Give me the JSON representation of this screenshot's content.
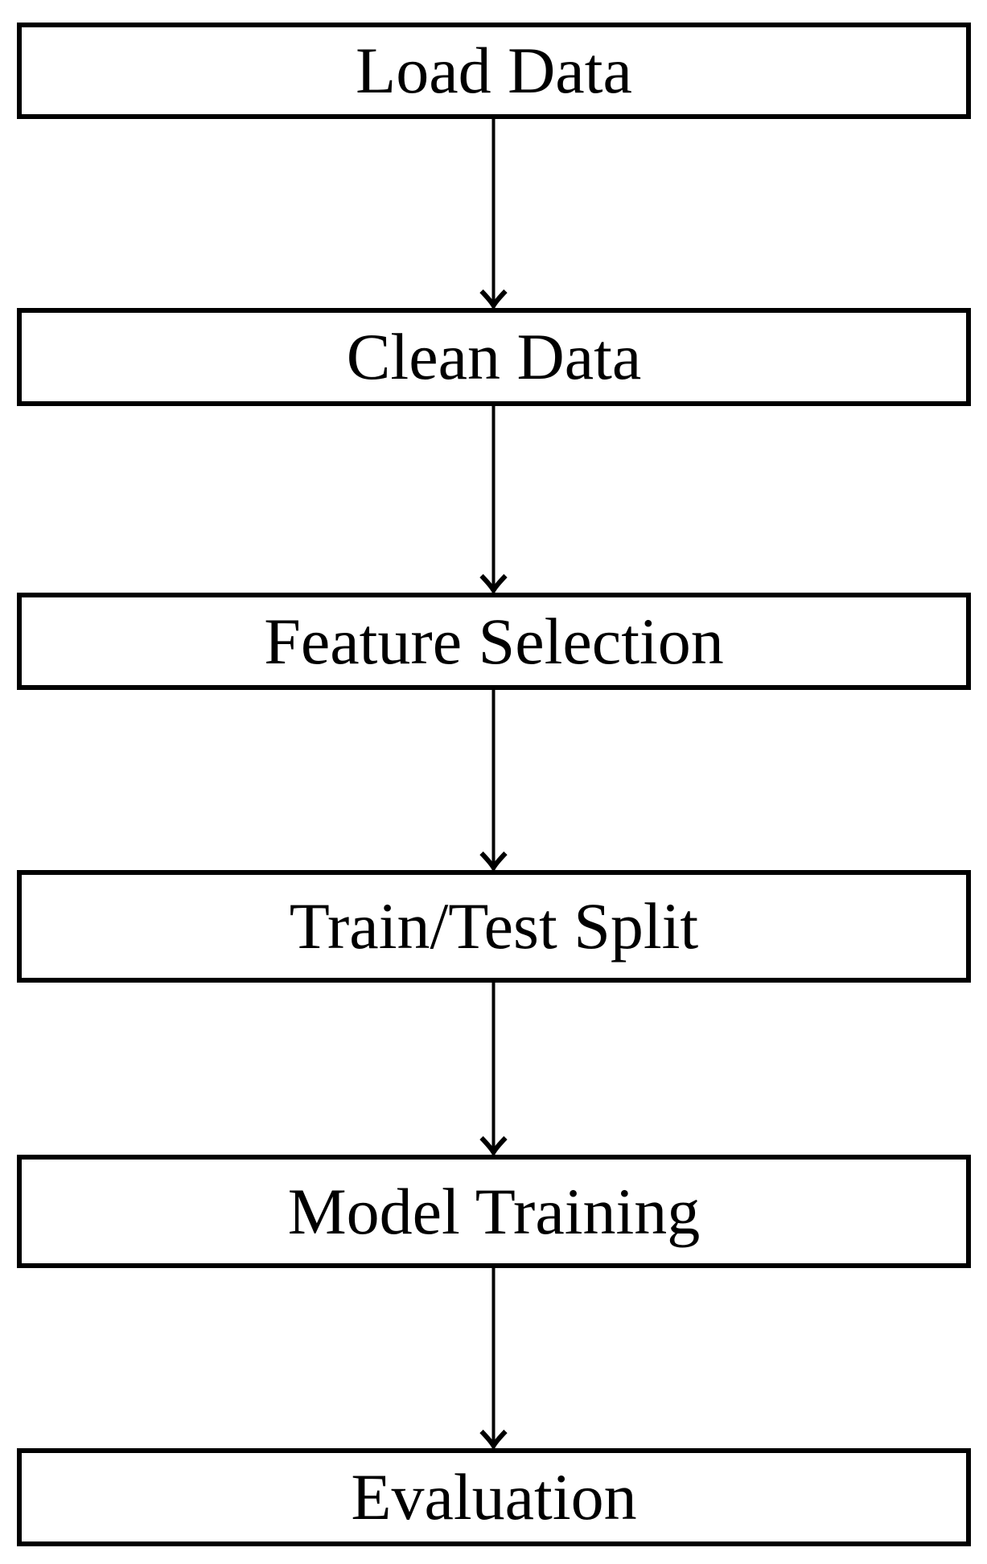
{
  "diagram": {
    "type": "flowchart",
    "direction": "top-to-bottom",
    "title": "",
    "steps": [
      {
        "id": "load",
        "label": "Load Data"
      },
      {
        "id": "clean",
        "label": "Clean Data"
      },
      {
        "id": "feature",
        "label": "Feature Selection"
      },
      {
        "id": "split",
        "label": "Train/Test Split"
      },
      {
        "id": "train",
        "label": "Model Training"
      },
      {
        "id": "evaluation",
        "label": "Evaluation"
      }
    ],
    "edges": [
      {
        "from": "Load Data",
        "to": "Clean Data"
      },
      {
        "from": "Clean Data",
        "to": "Feature Selection"
      },
      {
        "from": "Feature Selection",
        "to": "Train/Test Split"
      },
      {
        "from": "Train/Test Split",
        "to": "Model Training"
      },
      {
        "from": "Model Training",
        "to": "Evaluation"
      }
    ],
    "colors": {
      "background": "#ffffff",
      "box_fill": "#ffffff",
      "box_border": "#000000",
      "text": "#000000",
      "arrow": "#000000"
    }
  }
}
